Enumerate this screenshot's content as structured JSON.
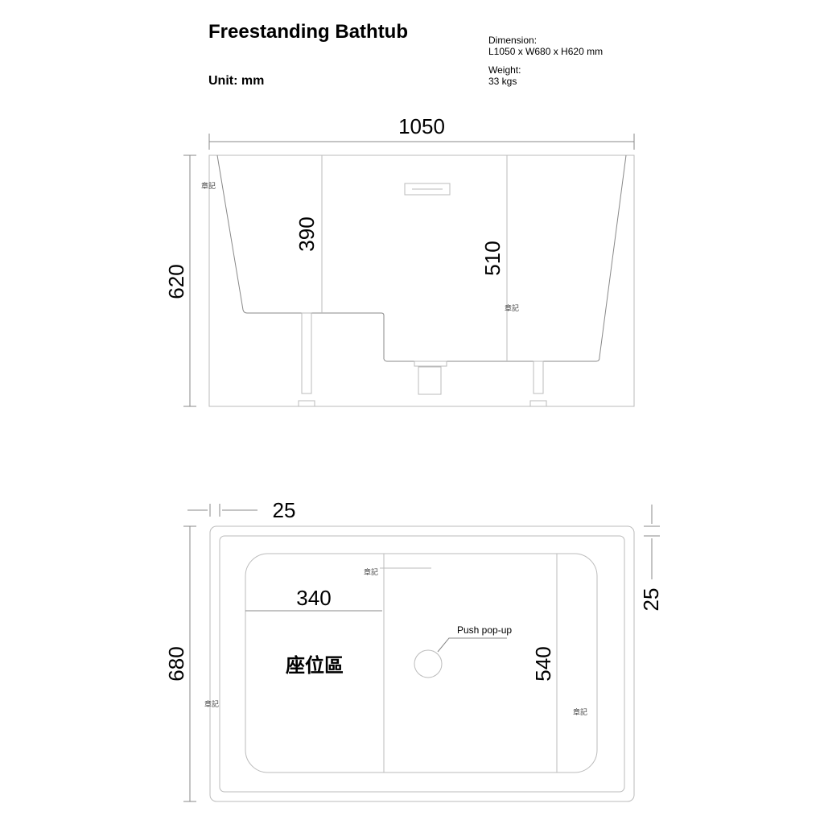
{
  "header": {
    "title": "Freestanding Bathtub",
    "unit": "Unit: mm",
    "dimension_label": "Dimension:",
    "dimension_value": "L1050 x W680 x H620 mm",
    "weight_label": "Weight:",
    "weight_value": "33 kgs"
  },
  "side_view": {
    "length": "1050",
    "height": "620",
    "seat_depth": "390",
    "basin_depth": "510",
    "notes": [
      "章記",
      "章記"
    ]
  },
  "top_view": {
    "rim_left": "25",
    "rim_right": "25",
    "width": "680",
    "seat_width": "340",
    "basin_length": "540",
    "seat_area": "座位區",
    "drain_label": "Push pop-up",
    "notes": [
      "章記",
      "章記",
      "章記"
    ]
  }
}
